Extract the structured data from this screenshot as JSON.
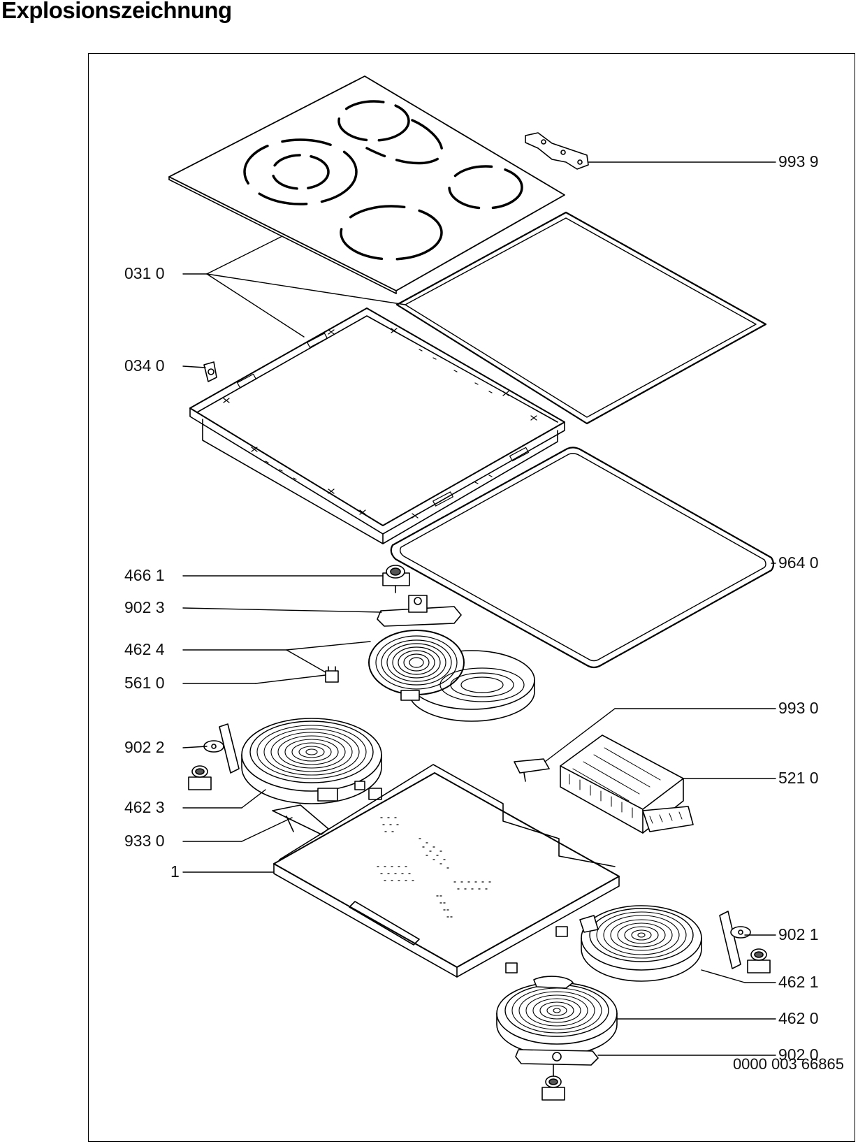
{
  "title": "Explosionszeichnung",
  "labels": {
    "p9939": "993 9",
    "p0310": "031 0",
    "p0340": "034 0",
    "p9640": "964 0",
    "p4661": "466 1",
    "p9023": "902 3",
    "p4624": "462 4",
    "p5610": "561 0",
    "p9930": "993 0",
    "p9022": "902 2",
    "p5210": "521 0",
    "p4623": "462 3",
    "p9330": "933 0",
    "p1": "1",
    "p9021": "902 1",
    "p4621": "462 1",
    "p4620": "462 0",
    "p9020": "902 0"
  },
  "doc_number": "0000 003 66865"
}
